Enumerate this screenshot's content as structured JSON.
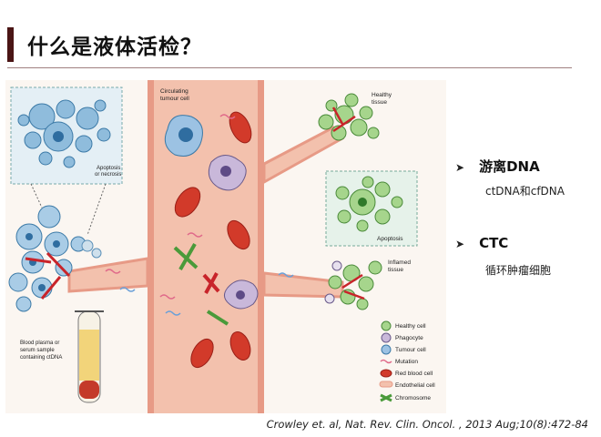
{
  "slide": {
    "title": "什么是液体活检？"
  },
  "figure": {
    "labels": {
      "circulating": "Circulating",
      "tumour_cell": "tumour cell",
      "healthy": "Healthy",
      "tissue": "tissue",
      "apoptosis_top": "Apoptosis",
      "or_necrosis": "or necrosis",
      "apoptosis_right": "Apoptosis",
      "inflamed": "Inflamed",
      "inflamed_tissue": "tissue",
      "blood_line1": "Blood plasma or",
      "blood_line2": "serum sample",
      "blood_line3": "containing ctDNA"
    },
    "legend": [
      {
        "label": "Healthy cell",
        "icon": "healthy-cell-icon"
      },
      {
        "label": "Phagocyte",
        "icon": "phagocyte-icon"
      },
      {
        "label": "Tumour cell",
        "icon": "tumour-cell-icon"
      },
      {
        "label": "Mutation",
        "icon": "mutation-icon"
      },
      {
        "label": "Red blood cell",
        "icon": "red-blood-cell-icon"
      },
      {
        "label": "Endothelial cell",
        "icon": "endothelial-cell-icon"
      },
      {
        "label": "Chromosome",
        "icon": "chromosome-icon"
      }
    ]
  },
  "bullets": [
    {
      "heading": "游离DNA",
      "sub": "ctDNA和cfDNA"
    },
    {
      "heading": "CTC",
      "sub": "循环肿瘤细胞"
    }
  ],
  "citation": "Crowley et. al, Nat. Rev. Clin. Oncol. , 2013 Aug;10(8):472-84",
  "colors": {
    "title_accent": "#4a1515",
    "vessel": "#f0b9a6",
    "red_blood_cell": "#d23a2a",
    "tumour_cell": "#7fb0d8",
    "healthy_cell": "#a6d58c"
  }
}
